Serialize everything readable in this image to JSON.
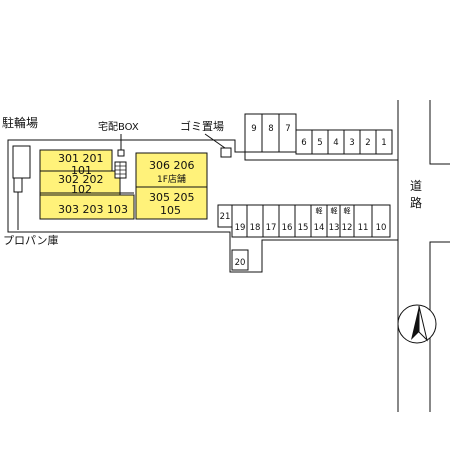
{
  "labels": {
    "bicycle_parking": "駐輪場",
    "delivery_box": "宅配BOX",
    "garbage_area": "ゴミ置場",
    "propane_storage": "プロパン庫",
    "road": "道路",
    "road_char_1": "道",
    "road_char_2": "路"
  },
  "units": {
    "u301_201": "301  201",
    "u101": "101",
    "u302_202": "302  202",
    "u102": "102",
    "u303_203_103": "303  203  103",
    "u306_206": "306  206",
    "u1f_store": "1F店舗",
    "u305_205": "305  205",
    "u105": "105"
  },
  "parking_top": [
    "9",
    "8",
    "7",
    "6",
    "5",
    "4",
    "3",
    "2",
    "1"
  ],
  "parking_bottom": [
    "21",
    "19",
    "18",
    "17",
    "16",
    "15",
    "14",
    "13",
    "12",
    "11",
    "10",
    "20"
  ],
  "kei_label": "軽",
  "colors": {
    "building_fill": "#fff27a",
    "line": "#111111",
    "background": "#ffffff"
  }
}
